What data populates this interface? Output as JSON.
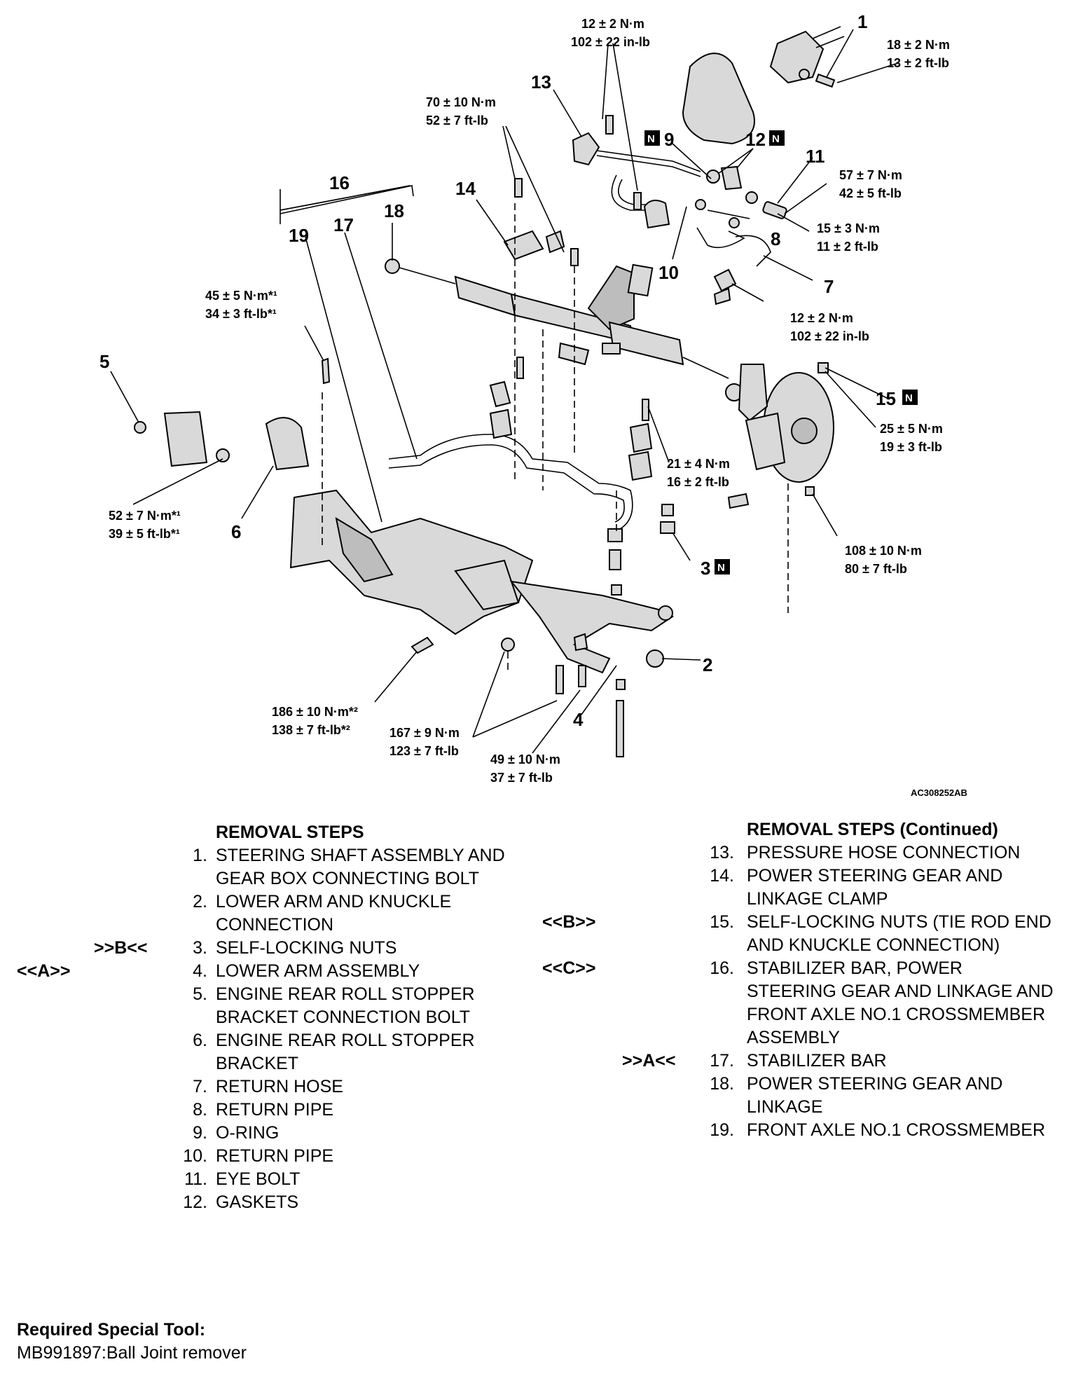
{
  "diagram": {
    "figure_code": "AC308252AB",
    "callouts": [
      "1",
      "2",
      "3",
      "4",
      "5",
      "6",
      "7",
      "8",
      "9",
      "10",
      "11",
      "12",
      "13",
      "14",
      "15",
      "16",
      "17",
      "18",
      "19"
    ],
    "n_mark": "N",
    "torques": {
      "t_top_nm": "12 ± 2 N·m",
      "t_top_in": "102 ± 22 in-lb",
      "t1_nm": "18 ± 2 N·m",
      "t1_ft": "13 ± 2 ft-lb",
      "t13_nm": "70 ± 10 N·m",
      "t13_ft": "52 ± 7 ft-lb",
      "t11_nm": "57 ± 7 N·m",
      "t11_ft": "42 ± 5 ft-lb",
      "t8_nm": "15 ± 3 N·m",
      "t8_ft": "11 ± 2 ft-lb",
      "t7_nm": "12 ± 2 N·m",
      "t7_in": "102 ± 22 in-lb",
      "t5_nm": "45 ± 5 N·m*¹",
      "t5_ft": "34 ± 3 ft-lb*¹",
      "t15_nm": "25 ± 5 N·m",
      "t15_ft": "19 ± 3 ft-lb",
      "tstab_nm": "21 ± 4 N·m",
      "tstab_ft": "16 ± 2 ft-lb",
      "t6_nm": "52 ± 7 N·m*¹",
      "t6_ft": "39 ± 5 ft-lb*¹",
      "tknk_nm": "108 ± 10 N·m",
      "tknk_ft": "80 ± 7 ft-lb",
      "tcm_nm": "186 ± 10 N·m*²",
      "tcm_ft": "138 ± 7 ft-lb*²",
      "tla_nm": "167 ± 9 N·m",
      "tla_ft": "123 ± 7 ft-lb",
      "t4_nm": "49 ± 10 N·m",
      "t4_ft": "37 ± 7 ft-lb"
    }
  },
  "left_steps": {
    "header": "REMOVAL STEPS",
    "items": [
      {
        "num": "1.",
        "text": "STEERING SHAFT ASSEMBLY AND GEAR BOX CONNECTING BOLT",
        "mark": ""
      },
      {
        "num": "2.",
        "text": "LOWER ARM AND KNUCKLE CONNECTION",
        "mark": ""
      },
      {
        "num": "3.",
        "text": "SELF-LOCKING NUTS",
        "mark": ">>B<<"
      },
      {
        "num": "4.",
        "text": "LOWER ARM ASSEMBLY",
        "mark": "<<A>>"
      },
      {
        "num": "5.",
        "text": "ENGINE REAR ROLL STOPPER BRACKET CONNECTION BOLT",
        "mark": ""
      },
      {
        "num": "6.",
        "text": "ENGINE REAR ROLL STOPPER BRACKET",
        "mark": ""
      },
      {
        "num": "7.",
        "text": "RETURN HOSE",
        "mark": ""
      },
      {
        "num": "8.",
        "text": "RETURN PIPE",
        "mark": ""
      },
      {
        "num": "9.",
        "text": "O-RING",
        "mark": ""
      },
      {
        "num": "10.",
        "text": "RETURN PIPE",
        "mark": ""
      },
      {
        "num": "11.",
        "text": "EYE BOLT",
        "mark": ""
      },
      {
        "num": "12.",
        "text": "GASKETS",
        "mark": ""
      }
    ]
  },
  "right_steps": {
    "header": "REMOVAL STEPS (Continued)",
    "items": [
      {
        "num": "13.",
        "text": "PRESSURE HOSE CONNECTION",
        "mark": ""
      },
      {
        "num": "14.",
        "text": "POWER STEERING GEAR AND LINKAGE CLAMP",
        "mark": ""
      },
      {
        "num": "15.",
        "text": "SELF-LOCKING NUTS (TIE ROD END AND KNUCKLE CONNECTION)",
        "mark": "<<B>>"
      },
      {
        "num": "16.",
        "text": "STABILIZER BAR, POWER STEERING GEAR AND LINKAGE AND FRONT AXLE NO.1 CROSSMEMBER ASSEMBLY",
        "mark": "<<C>>"
      },
      {
        "num": "17.",
        "text": "STABILIZER BAR",
        "mark": ">>A<<"
      },
      {
        "num": "18.",
        "text": "POWER STEERING GEAR AND LINKAGE",
        "mark": ""
      },
      {
        "num": "19.",
        "text": "FRONT AXLE NO.1 CROSSMEMBER",
        "mark": ""
      }
    ]
  },
  "tool": {
    "title": "Required Special Tool:",
    "item": "MB991897:Ball Joint remover"
  }
}
